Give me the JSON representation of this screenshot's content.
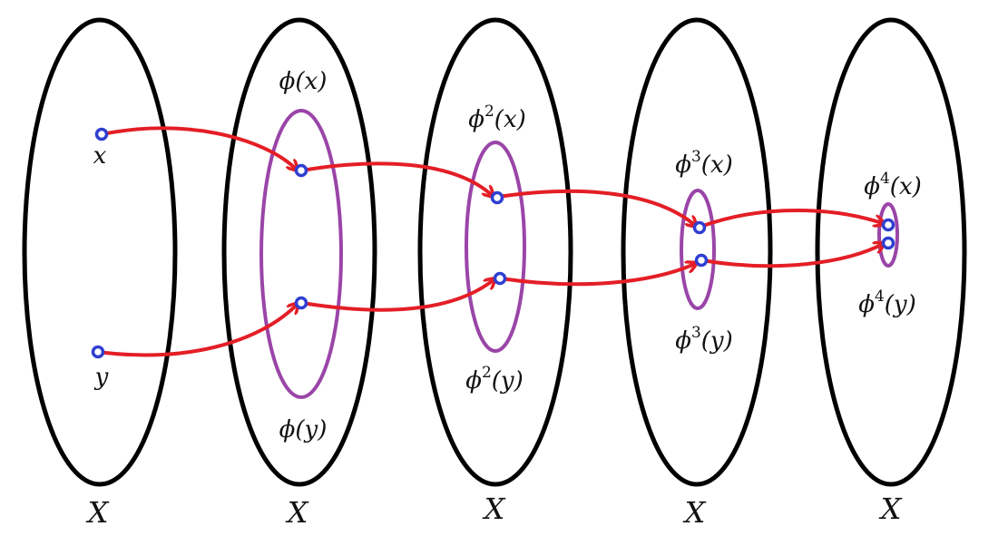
{
  "colors": {
    "set_outline": "#000000",
    "image_outline": "#9a45a8",
    "point": "#2f3fd0",
    "arrow": "#e41e26",
    "text": "#111111"
  },
  "sets": [
    {
      "label": "X"
    },
    {
      "label": "X"
    },
    {
      "label": "X"
    },
    {
      "label": "X"
    },
    {
      "label": "X"
    }
  ],
  "points": {
    "x": {
      "base": "x"
    },
    "y": {
      "base": "y"
    }
  },
  "images": [
    {
      "map": "ϕ",
      "arg_x": "(x)",
      "arg_y": "(y)",
      "power": ""
    },
    {
      "map": "ϕ",
      "arg_x": "(x)",
      "arg_y": "(y)",
      "power": "2"
    },
    {
      "map": "ϕ",
      "arg_x": "(x)",
      "arg_y": "(y)",
      "power": "3"
    },
    {
      "map": "ϕ",
      "arg_x": "(x)",
      "arg_y": "(y)",
      "power": "4"
    }
  ]
}
